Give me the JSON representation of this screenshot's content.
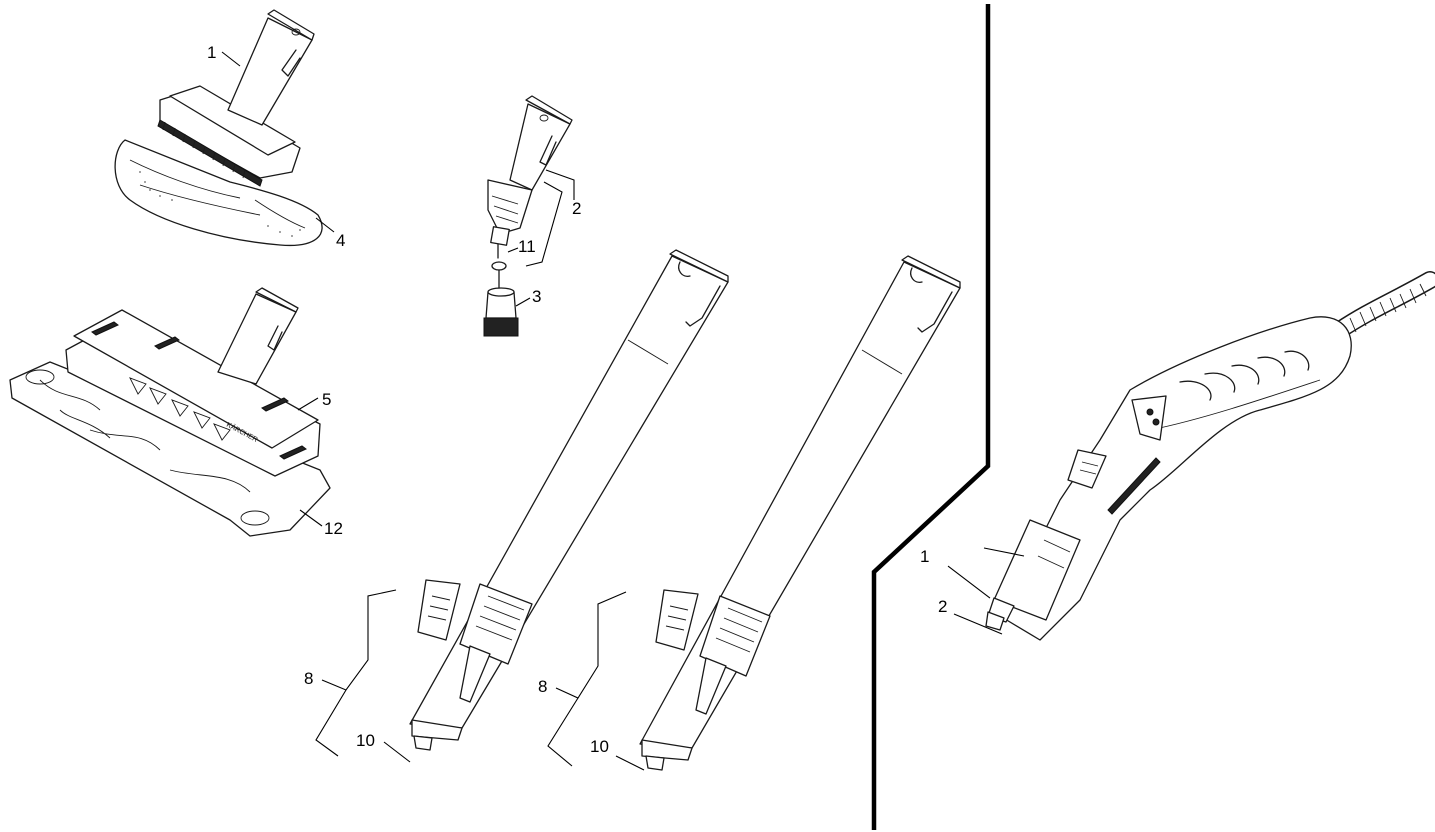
{
  "callouts": {
    "brush_nozzle": "1",
    "hand_nozzle": "2",
    "round_brush": "3",
    "cover": "4",
    "floor_nozzle": "5",
    "cloth": "12",
    "ring": "11",
    "extension_left": "8",
    "extension_right": "8",
    "oring_left": "10",
    "oring_right": "10",
    "gun_1": "1",
    "gun_2": "2"
  },
  "brand_mark": "KÄRCHER"
}
